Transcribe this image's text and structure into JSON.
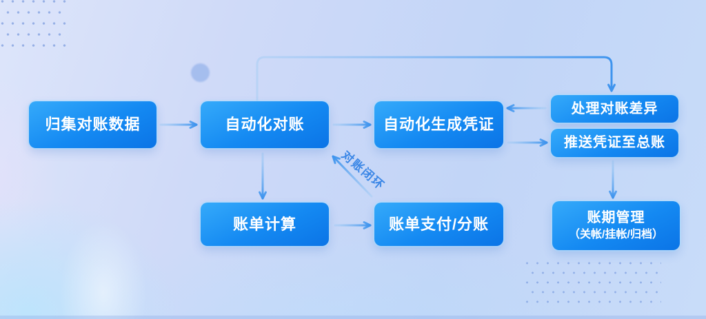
{
  "diagram": {
    "nodes": [
      {
        "id": "collect",
        "label": "归集对账数据"
      },
      {
        "id": "auto-recon",
        "label": "自动化对账"
      },
      {
        "id": "gen-voucher",
        "label": "自动化生成凭证"
      },
      {
        "id": "handle-diff",
        "label": "处理对账差异"
      },
      {
        "id": "push-ledger",
        "label": "推送凭证至总账"
      },
      {
        "id": "bill-calc",
        "label": "账单计算"
      },
      {
        "id": "bill-pay",
        "label": "账单支付/分账"
      },
      {
        "id": "period-mgmt",
        "label": "账期管理",
        "sublabel": "（关帐/挂帐/归档）"
      }
    ],
    "edges": [
      {
        "from": "collect",
        "to": "auto-recon"
      },
      {
        "from": "auto-recon",
        "to": "gen-voucher"
      },
      {
        "from": "handle-diff",
        "to": "gen-voucher"
      },
      {
        "from": "gen-voucher",
        "to": "push-ledger"
      },
      {
        "from": "auto-recon",
        "to": "bill-calc"
      },
      {
        "from": "bill-calc",
        "to": "bill-pay"
      },
      {
        "from": "push-ledger",
        "to": "period-mgmt"
      },
      {
        "from": "auto-recon",
        "to": "handle-diff",
        "route": "top-loop"
      },
      {
        "from": "bill-pay",
        "to": "auto-recon",
        "label": "对账闭环"
      }
    ],
    "colors": {
      "node_gradient_start": "#35aafa",
      "node_gradient_end": "#0b74e6",
      "node_text": "#ffffff",
      "arrow_head": "#3e94ee",
      "arrow_tail": "#a7cef5",
      "edge_label": "#3a86e6",
      "background": "#c9d9f7"
    }
  }
}
